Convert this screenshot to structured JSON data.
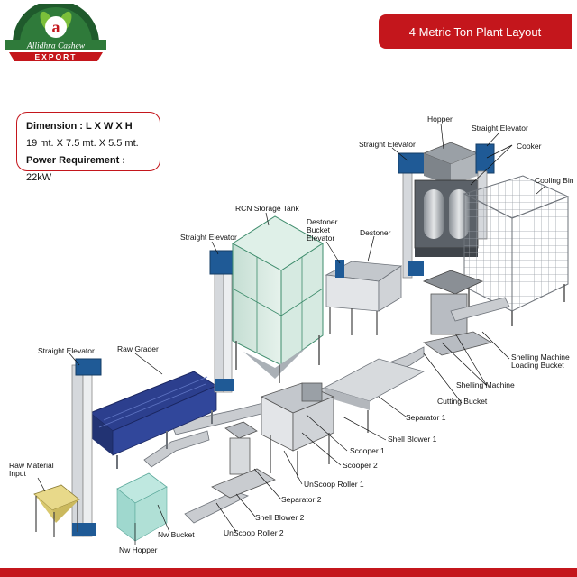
{
  "logo": {
    "brand": "Allidhra Cashew",
    "ribbon": "EXPORT",
    "letter": "a"
  },
  "header": {
    "title": "4 Metric Ton Plant Layout"
  },
  "info": {
    "dimension_label": "Dimension : L X W X H",
    "dimension_value": "19 mt. X 7.5 mt. X 5.5 mt.",
    "power_label": "Power Requirement :",
    "power_value": "22kW"
  },
  "labels": {
    "hopper": "Hopper",
    "straight_elevator_top_right": "Straight Elevator",
    "straight_elevator_top_left": "Straight Elevator",
    "cooker": "Cooker",
    "cooling_bin": "Cooling Bin",
    "rcn_storage_tank": "RCN Storage Tank",
    "destoner_bucket_elevator_1": "Destoner",
    "destoner_bucket_elevator_2": "Bucket",
    "destoner_bucket_elevator_3": "Elevator",
    "destoner": "Destoner",
    "straight_elevator_mid": "Straight Elevator",
    "straight_elevator_left": "Straight Elevator",
    "raw_grader": "Raw Grader",
    "shelling_machine_loading_bucket_1": "Shelling Machine",
    "shelling_machine_loading_bucket_2": "Loading Bucket",
    "shelling_machine": "Shelling Machine",
    "cutting_bucket": "Cutting Bucket",
    "separator_1": "Separator 1",
    "shell_blower_1": "Shell Blower 1",
    "scooper_1": "Scooper 1",
    "scooper_2": "Scooper 2",
    "unscoop_roller_1": "UnScoop Roller 1",
    "separator_2": "Separator 2",
    "shell_blower_2": "Shell Blower 2",
    "unscoop_roller_2": "UnScoop Roller 2",
    "raw_material_input_1": "Raw Material",
    "raw_material_input_2": "Input",
    "nw_bucket": "Nw Bucket",
    "nw_hopper": "Nw Hopper"
  },
  "colors": {
    "accent": "#c4161c",
    "elevator_blue": "#1f5a96",
    "tank_green": "#cfe5dc",
    "grader_blue": "#2c3f8e",
    "steel": "#b8bcc2"
  }
}
